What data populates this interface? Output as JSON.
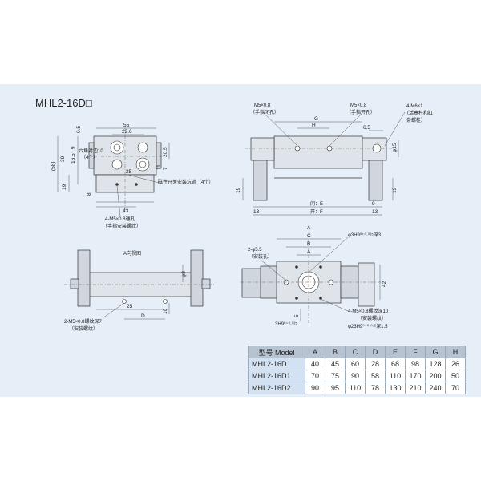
{
  "title": "MHL2-16D□",
  "view_label": "A向视图",
  "front_view": {
    "dims": [
      "55",
      "22.6",
      "0.5",
      "9",
      "16.5",
      "39",
      "(58)",
      "19",
      "8",
      "25",
      "43",
      "20.5",
      "11",
      "7"
    ],
    "notes": [
      "六角对边10",
      "（4个）",
      "磁性开关安装坑道（4个）",
      "4-M5×0.8通孔",
      "（手指安装螺纹）"
    ]
  },
  "side_view": {
    "dims": [
      "G",
      "H",
      "6.5",
      "φ15",
      "19",
      "9",
      "19",
      "13",
      "13"
    ],
    "notes": [
      "M5×0.8",
      "（手指闭孔）",
      "M5×0.8",
      "（手指开孔）",
      "4-M6×1",
      "（活塞杆和缸",
      "条螺栓）",
      "闭：E",
      "开：F"
    ]
  },
  "a_view": {
    "dims": [
      "φ8",
      "10",
      "25",
      "D"
    ],
    "notes": [
      "2-M5×0.8螺纹深7",
      "（安装螺纹）"
    ]
  },
  "bottom_view": {
    "dims": [
      "A",
      "C",
      "B",
      "A",
      "42",
      "5"
    ],
    "notes": [
      "φ3H9⁰⁺⁰·⁰²⁵深3",
      "2-φ5.5",
      "（安装孔）",
      "4-M5×0.8螺纹深10",
      "（安装螺纹）",
      "φ23H9⁰⁺⁰·⁰⁵²深1.5",
      "3H9⁰⁺⁰·⁰²⁵"
    ]
  },
  "table": {
    "headers": [
      "型号 Model",
      "A",
      "B",
      "C",
      "D",
      "E",
      "F",
      "G",
      "H"
    ],
    "rows": [
      [
        "MHL2-16D",
        "40",
        "45",
        "60",
        "28",
        "68",
        "98",
        "128",
        "26"
      ],
      [
        "MHL2-16D1",
        "70",
        "75",
        "90",
        "58",
        "110",
        "170",
        "200",
        "50"
      ],
      [
        "MHL2-16D2",
        "90",
        "95",
        "110",
        "78",
        "130",
        "210",
        "240",
        "70"
      ]
    ]
  }
}
